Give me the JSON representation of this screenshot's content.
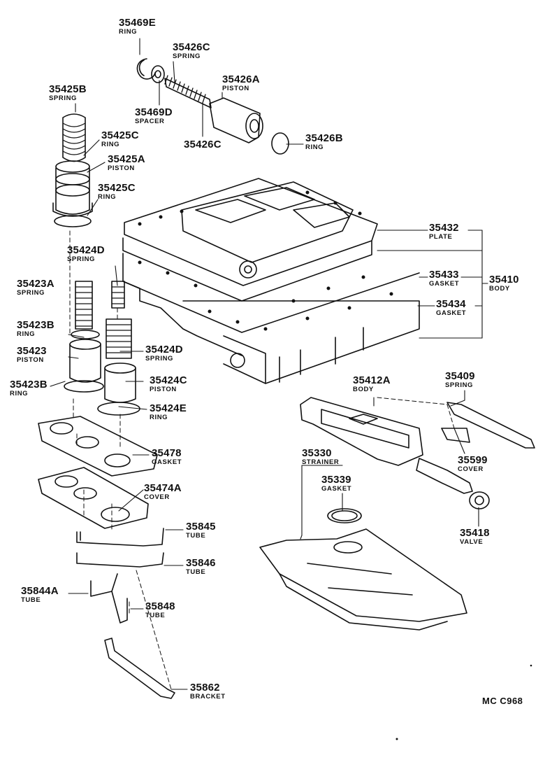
{
  "parts": [
    {
      "number": "35469E",
      "name": "RING"
    },
    {
      "number": "35426C",
      "name": "SPRING"
    },
    {
      "number": "35426A",
      "name": "PISTON"
    },
    {
      "number": "35469D",
      "name": "SPACER"
    },
    {
      "number": "35426C",
      "name": ""
    },
    {
      "number": "35426B",
      "name": "RING"
    },
    {
      "number": "35425B",
      "name": "SPRING"
    },
    {
      "number": "35425C",
      "name": "RING"
    },
    {
      "number": "35425A",
      "name": "PISTON"
    },
    {
      "number": "35425C",
      "name": "RING"
    },
    {
      "number": "35424D",
      "name": "SPRING"
    },
    {
      "number": "35423A",
      "name": "SPRING"
    },
    {
      "number": "35423B",
      "name": "RING"
    },
    {
      "number": "35423",
      "name": "PISTON"
    },
    {
      "number": "35424D",
      "name": "SPRING"
    },
    {
      "number": "35423B",
      "name": "RING"
    },
    {
      "number": "35424C",
      "name": "PISTON"
    },
    {
      "number": "35424E",
      "name": "RING"
    },
    {
      "number": "35478",
      "name": "GASKET"
    },
    {
      "number": "35474A",
      "name": "COVER"
    },
    {
      "number": "35845",
      "name": "TUBE"
    },
    {
      "number": "35846",
      "name": "TUBE"
    },
    {
      "number": "35844A",
      "name": "TUBE"
    },
    {
      "number": "35848",
      "name": "TUBE"
    },
    {
      "number": "35862",
      "name": "BRACKET"
    },
    {
      "number": "35432",
      "name": "PLATE"
    },
    {
      "number": "35433",
      "name": "GASKET"
    },
    {
      "number": "35410",
      "name": "BODY"
    },
    {
      "number": "35434",
      "name": "GASKET"
    },
    {
      "number": "35412A",
      "name": "BODY"
    },
    {
      "number": "35409",
      "name": "SPRING"
    },
    {
      "number": "35599",
      "name": "COVER"
    },
    {
      "number": "35330",
      "name": "STRAINER"
    },
    {
      "number": "35339",
      "name": "GASKET"
    },
    {
      "number": "35418",
      "name": "VALVE"
    }
  ],
  "diagram_code": "MC C968"
}
